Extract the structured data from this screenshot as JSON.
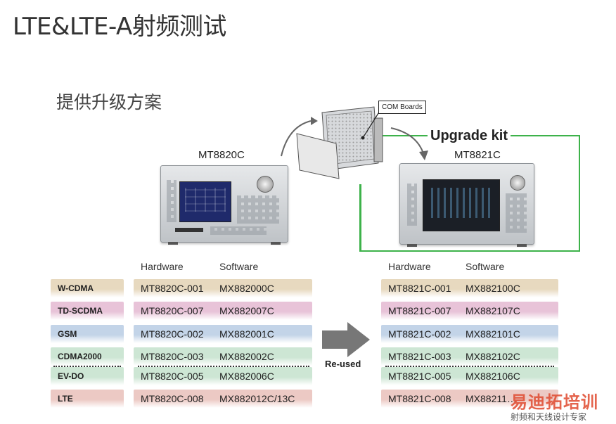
{
  "title": "LTE&LTE-A射频测试",
  "subtitle": "提供升级方案",
  "devices": {
    "left_model": "MT8820C",
    "right_model": "MT8821C",
    "com_boards": "COM Boards",
    "upgrade_kit": "Upgrade kit"
  },
  "columns": {
    "hardware": "Hardware",
    "software": "Software"
  },
  "rows": [
    {
      "tech": "W-CDMA",
      "band_color": "#e7d9bf",
      "left_hw": "MT8820C-001",
      "left_sw": "MX882000C",
      "right_hw": "MT8821C-001",
      "right_sw": "MX882100C"
    },
    {
      "tech": "TD-SCDMA",
      "band_color": "#e8c3d8",
      "left_hw": "MT8820C-007",
      "left_sw": "MX882007C",
      "right_hw": "MT8821C-007",
      "right_sw": "MX882107C"
    },
    {
      "tech": "GSM",
      "band_color": "#c3d4e8",
      "left_hw": "MT8820C-002",
      "left_sw": "MX882001C",
      "right_hw": "MT8821C-002",
      "right_sw": "MX882101C"
    },
    {
      "tech": "CDMA2000",
      "band_color": "#cde6d4",
      "left_hw": "MT8820C-003",
      "left_sw": "MX882002C",
      "right_hw": "MT8821C-003",
      "right_sw": "MX882102C"
    },
    {
      "tech": "EV-DO",
      "band_color": "#cde6d4",
      "left_hw": "MT8820C-005",
      "left_sw": "MX882006C",
      "right_hw": "MT8821C-005",
      "right_sw": "MX882106C"
    },
    {
      "tech": "LTE",
      "band_color": "#ecc9c4",
      "left_hw": "MT8820C-008",
      "left_sw": "MX882012C/13C",
      "right_hw": "MT8821C-008",
      "right_sw": "MX88211…"
    }
  ],
  "arrow_label": "Re-used",
  "watermark": {
    "title": "易迪拓培训",
    "subtitle": "射频和天线设计专家"
  },
  "colors": {
    "upgrade_frame": "#3db24a",
    "arrow": "#777777"
  }
}
